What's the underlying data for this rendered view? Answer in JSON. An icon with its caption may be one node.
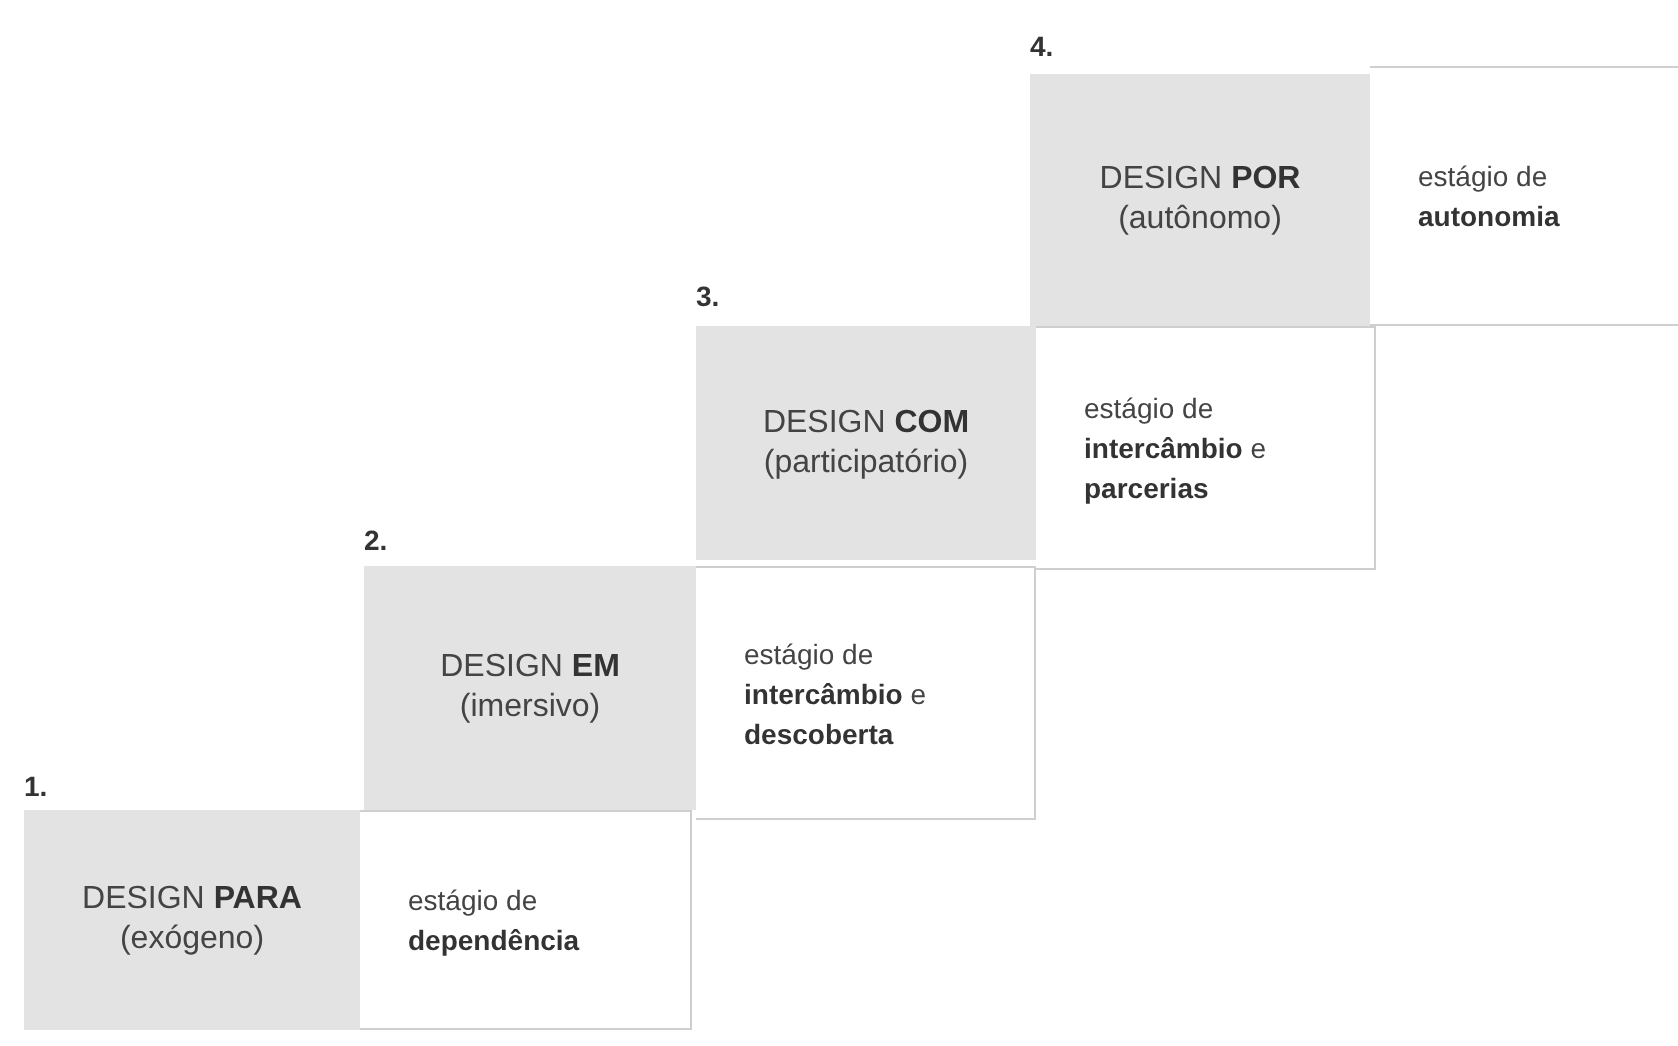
{
  "diagram": {
    "nodes": [
      {
        "text": [
          "DESIGN **PARA**",
          "(exógeno)"
        ],
        "beside": [
          "1."
        ]
      },
      {
        "text": [
          "estágio de **dependência**"
        ]
      },
      {
        "text": [
          "DESIGN **EM**",
          "(imersivo)"
        ],
        "beside": [
          "2."
        ]
      },
      {
        "text": [
          "estágio de **intercâmbio** e **descoberta**"
        ]
      },
      {
        "text": [
          "DESIGN **COM**",
          "(participatório)"
        ],
        "beside": [
          "3."
        ]
      },
      {
        "text": [
          "estágio de **intercâmbio** e **parcerias**"
        ]
      },
      {
        "text": [
          "DESIGN **POR**",
          "(autônomo)"
        ],
        "beside": [
          "4."
        ]
      },
      {
        "text": [
          "estágio de **autonomia**"
        ]
      }
    ]
  }
}
